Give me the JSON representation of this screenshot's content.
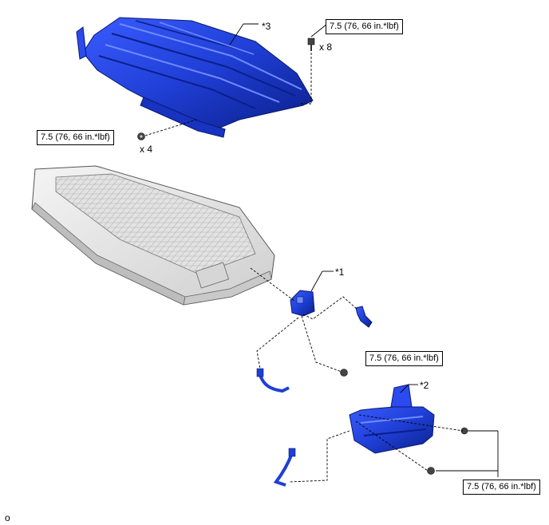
{
  "callouts": {
    "part1": "*1",
    "part2": "*2",
    "part3": "*3"
  },
  "torque": {
    "cover_top": "7.5 (76, 66 in.*lbf)",
    "cover_left": "7.5 (76, 66 in.*lbf)",
    "bracket1_bolt": "7.5 (76, 66 in.*lbf)",
    "bracket2_bolts": "7.5 (76, 66 in.*lbf)"
  },
  "quantities": {
    "top_bolts": "x 8",
    "left_nuts": "x 4"
  },
  "corner_code": "o",
  "colors": {
    "part_blue": "#1f3fd6",
    "part_blue_dark": "#0b1f8a",
    "battery_gray": "#e6e6e6",
    "line": "#000000"
  }
}
